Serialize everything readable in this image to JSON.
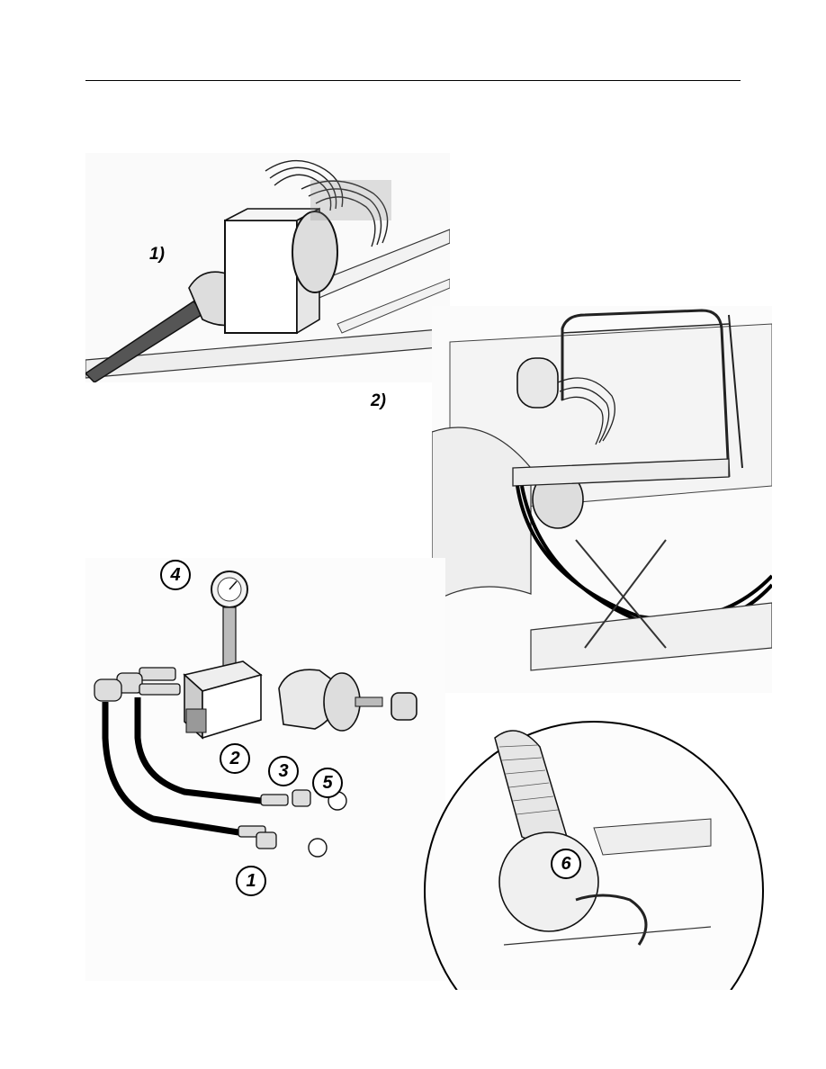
{
  "figures": {
    "fig1_label": "1)",
    "fig2_label": "2)"
  },
  "callouts": {
    "c1": "1",
    "c2": "2",
    "c3": "3",
    "c4": "4",
    "c5": "5",
    "c6": "6"
  }
}
